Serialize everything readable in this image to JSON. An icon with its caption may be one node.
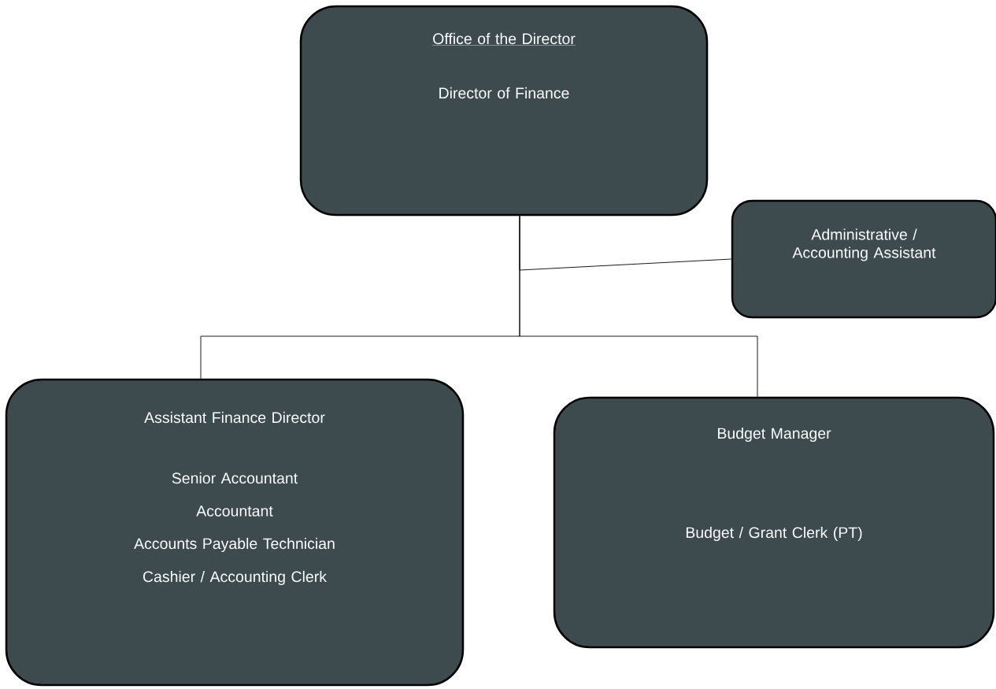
{
  "diagram": {
    "nodes": [
      {
        "text": [
          "Office of the Director",
          "Director of Finance"
        ]
      },
      {
        "text": [
          "Administrative / Accounting Assistant"
        ]
      },
      {
        "text": [
          "Assistant Finance Director",
          "Senior Accountant",
          "Accountant",
          "Accounts Payable Technician",
          "Cashier / Accounting Clerk"
        ]
      },
      {
        "text": [
          "Budget Manager",
          "Budget / Grant Clerk (PT)"
        ]
      }
    ],
    "edges": [
      {
        "from": 0,
        "to": 1,
        "arrow": "none"
      },
      {
        "from": 0,
        "to": 2,
        "arrow": "none"
      },
      {
        "from": 0,
        "to": 3,
        "arrow": "none"
      }
    ]
  }
}
